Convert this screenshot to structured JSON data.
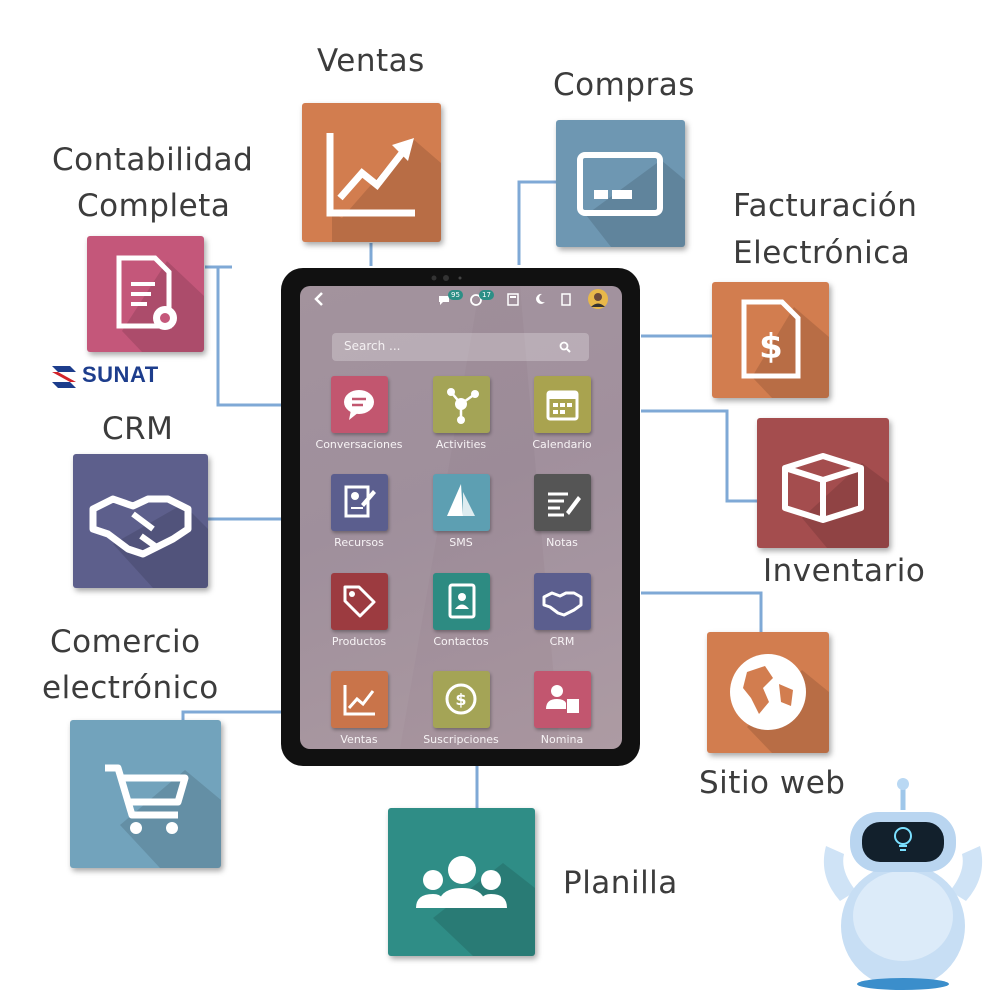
{
  "labels": {
    "ventas": "Ventas",
    "compras": "Compras",
    "contabilidad_1": "Contabilidad",
    "contabilidad_2": "Completa",
    "facturacion_1": "Facturación",
    "facturacion_2": "Electrónica",
    "crm": "CRM",
    "inventario": "Inventario",
    "comercio_1": "Comercio",
    "comercio_2": "electrónico",
    "sitio_web": "Sitio web",
    "planilla": "Planilla"
  },
  "logo": {
    "sunat": "SUNAT"
  },
  "tablet": {
    "search_placeholder": "Search ...",
    "badges": {
      "messages": "95",
      "activities": "17"
    },
    "apps": [
      {
        "label": "Conversaciones",
        "icon": "chat-icon",
        "color": "#c2566f"
      },
      {
        "label": "Activities",
        "icon": "activity-icon",
        "color": "#a4a456"
      },
      {
        "label": "Calendario",
        "icon": "calendar-icon",
        "color": "#a9a34f"
      },
      {
        "label": "Recursos",
        "icon": "resources-icon",
        "color": "#5b5e8e"
      },
      {
        "label": "SMS",
        "icon": "sms-icon",
        "color": "#5d9fb2"
      },
      {
        "label": "Notas",
        "icon": "notes-icon",
        "color": "#555555"
      },
      {
        "label": "Productos",
        "icon": "tag-icon",
        "color": "#9c3b40"
      },
      {
        "label": "Contactos",
        "icon": "contacts-icon",
        "color": "#2d8b82"
      },
      {
        "label": "CRM",
        "icon": "handshake-icon",
        "color": "#5b5e8e"
      },
      {
        "label": "Ventas",
        "icon": "chart-icon",
        "color": "#c9744a"
      },
      {
        "label": "Suscripciones",
        "icon": "subscription-icon",
        "color": "#a4a456"
      },
      {
        "label": "Nomina",
        "icon": "payroll-icon",
        "color": "#c2566f"
      }
    ]
  },
  "colors": {
    "orange": "#d47f4f",
    "blue_gray": "#6d98b3",
    "pink": "#c2566f",
    "purple": "#5d5f8c",
    "red": "#a44d4e",
    "teal": "#2f8d86",
    "light_blue": "#72a4bd",
    "connector": "#7aa6d4"
  }
}
